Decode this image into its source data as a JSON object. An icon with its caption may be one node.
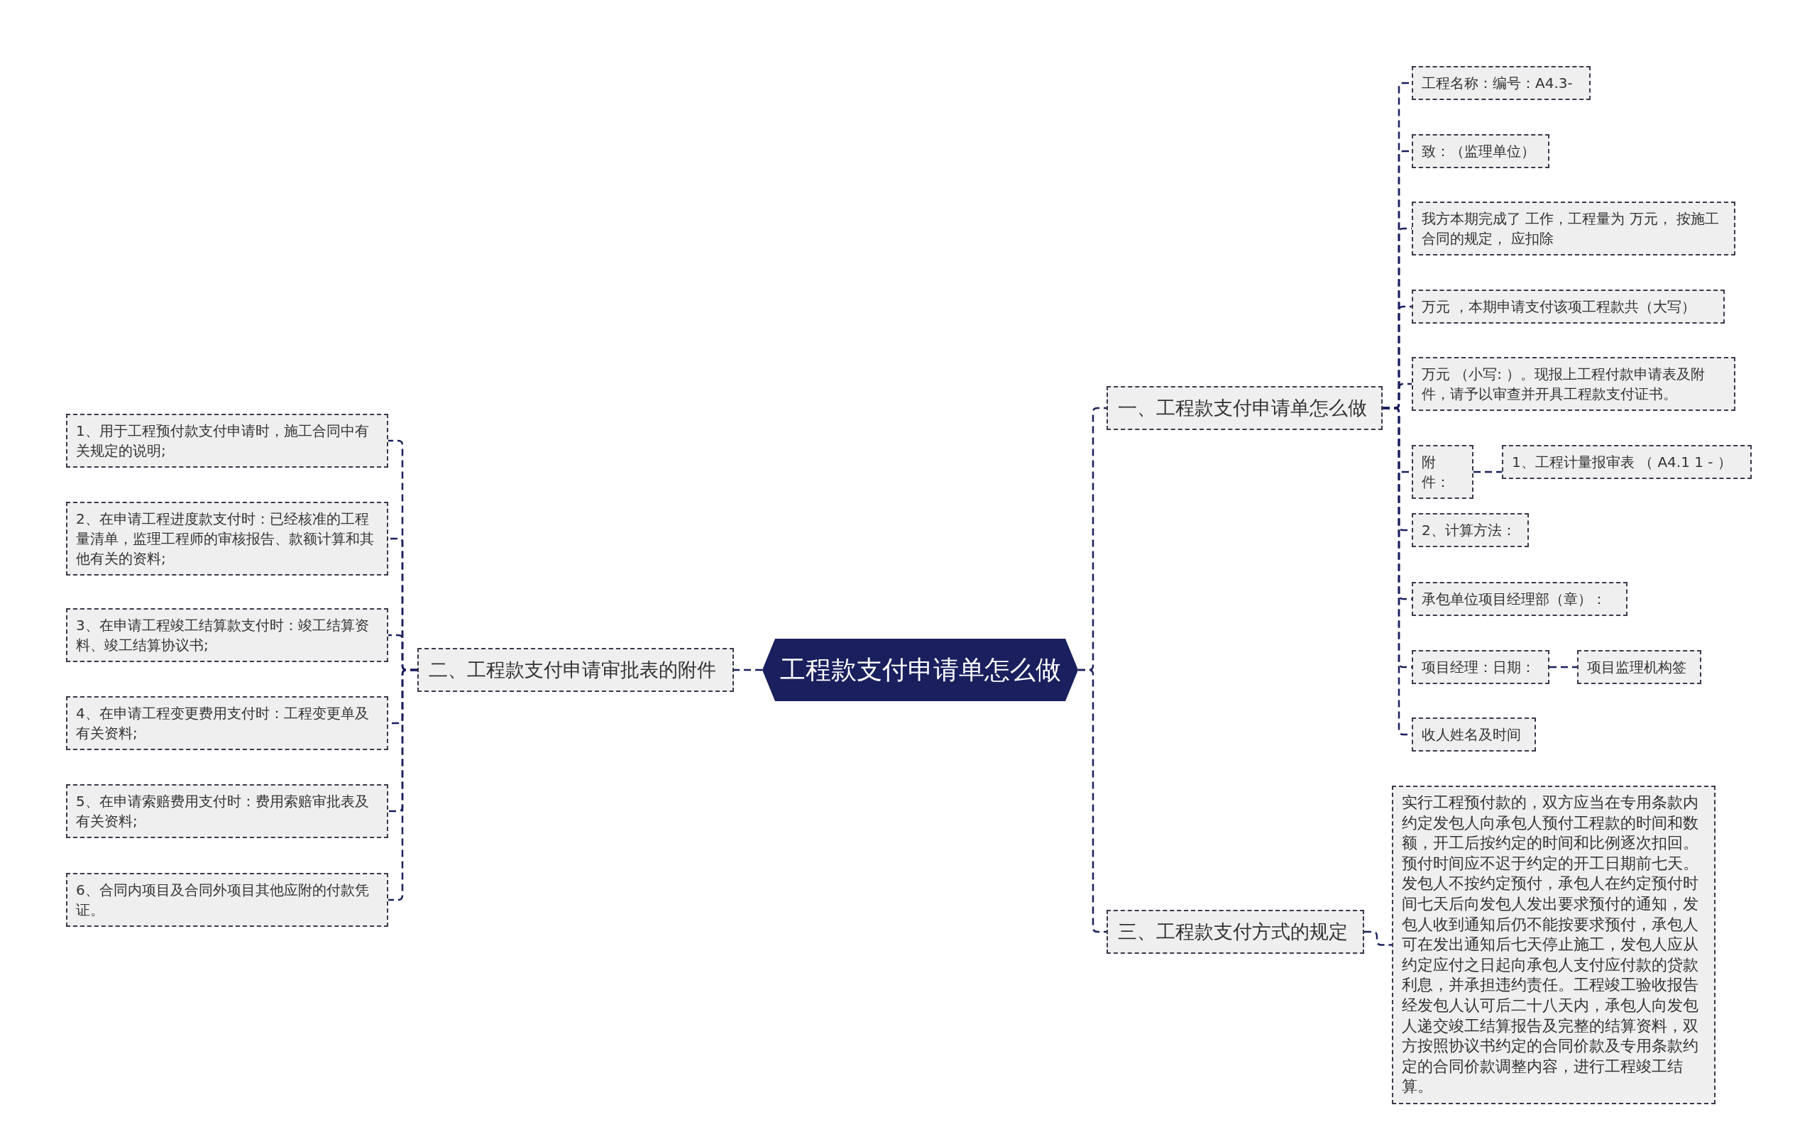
{
  "diagram": {
    "nodes": [
      {
        "text": [
          "工程款支付申请单怎么做"
        ]
      },
      {
        "text": [
          "一、工程款支付申请单怎么做"
        ]
      },
      {
        "text": [
          "工程名称：编号：A4.3-"
        ]
      },
      {
        "text": [
          "致：（监理单位）"
        ]
      },
      {
        "text": [
          "我方本期完成了 工作，工程量为 万元， 按施工合同的规定， 应扣除"
        ]
      },
      {
        "text": [
          "万元 ，本期申请支付该项工程款共（大写）"
        ]
      },
      {
        "text": [
          "万元 （小写: ）。现报上工程付款申请表及附件，请予以审查并开具工程款支付证书。"
        ]
      },
      {
        "text": [
          "附件："
        ]
      },
      {
        "text": [
          "1、工程计量报审表 （ A4.1 1 - ）"
        ]
      },
      {
        "text": [
          "2、计算方法："
        ]
      },
      {
        "text": [
          "承包单位项目经理部（章）："
        ]
      },
      {
        "text": [
          "项目经理：日期："
        ]
      },
      {
        "text": [
          "项目监理机构签"
        ]
      },
      {
        "text": [
          "收人姓名及时间"
        ]
      },
      {
        "text": [
          "二、工程款支付申请审批表的附件"
        ]
      },
      {
        "text": [
          "1、用于工程预付款支付申请时，施工合同中有关规定的说明;"
        ]
      },
      {
        "text": [
          "2、在申请工程进度款支付时：已经核准的工程量清单，监理工程师的审核报告、款额计算和其他有关的资料;"
        ]
      },
      {
        "text": [
          "3、在申请工程竣工结算款支付时：竣工结算资料、竣工结算协议书;"
        ]
      },
      {
        "text": [
          "4、在申请工程变更费用支付时：工程变更单及有关资料;"
        ]
      },
      {
        "text": [
          "5、在申请索赔费用支付时：费用索赔审批表及有关资料;"
        ]
      },
      {
        "text": [
          "6、合同内项目及合同外项目其他应附的付款凭证。"
        ]
      },
      {
        "text": [
          "三、工程款支付方式的规定"
        ]
      },
      {
        "text": [
          "实行工程预付款的，双方应当在专用条款内约定发包人向承包人预付工程款的时间和数额，开工后按约定的时间和比例逐次扣回。预付时间应不迟于约定的开工日期前七天。发包人不按约定预付，承包人在约定预付时间七天后向发包人发出要求预付的通知，发包人收到通知后仍不能按要求预付，承包人可在发出通知后七天停止施工，发包人应从约定应付之日起向承包人支付应付款的贷款利息，并承担违约责任。工程竣工验收报告经发包人认可后二十八天内，承包人向发包人递交竣工结算报告及完整的结算资料，双方按照协议书约定的合同价款及专用条款约定的合同价款调整内容，进行工程竣工结算。"
        ]
      }
    ],
    "edges": [
      {
        "from": 0,
        "to": 1,
        "arrow": "none"
      },
      {
        "from": 1,
        "to": 2,
        "arrow": "none"
      },
      {
        "from": 1,
        "to": 3,
        "arrow": "none"
      },
      {
        "from": 1,
        "to": 4,
        "arrow": "none"
      },
      {
        "from": 1,
        "to": 5,
        "arrow": "none"
      },
      {
        "from": 1,
        "to": 6,
        "arrow": "none"
      },
      {
        "from": 1,
        "to": 7,
        "arrow": "none"
      },
      {
        "from": 7,
        "to": 8,
        "arrow": "none"
      },
      {
        "from": 1,
        "to": 9,
        "arrow": "none"
      },
      {
        "from": 1,
        "to": 10,
        "arrow": "none"
      },
      {
        "from": 1,
        "to": 11,
        "arrow": "none"
      },
      {
        "from": 11,
        "to": 12,
        "arrow": "none"
      },
      {
        "from": 1,
        "to": 13,
        "arrow": "none"
      },
      {
        "from": 0,
        "to": 14,
        "arrow": "none"
      },
      {
        "from": 14,
        "to": 15,
        "arrow": "none"
      },
      {
        "from": 14,
        "to": 16,
        "arrow": "none"
      },
      {
        "from": 14,
        "to": 17,
        "arrow": "none"
      },
      {
        "from": 14,
        "to": 18,
        "arrow": "none"
      },
      {
        "from": 14,
        "to": 19,
        "arrow": "none"
      },
      {
        "from": 14,
        "to": 20,
        "arrow": "none"
      },
      {
        "from": 0,
        "to": 21,
        "arrow": "none"
      },
      {
        "from": 21,
        "to": 22,
        "arrow": "none"
      }
    ]
  }
}
